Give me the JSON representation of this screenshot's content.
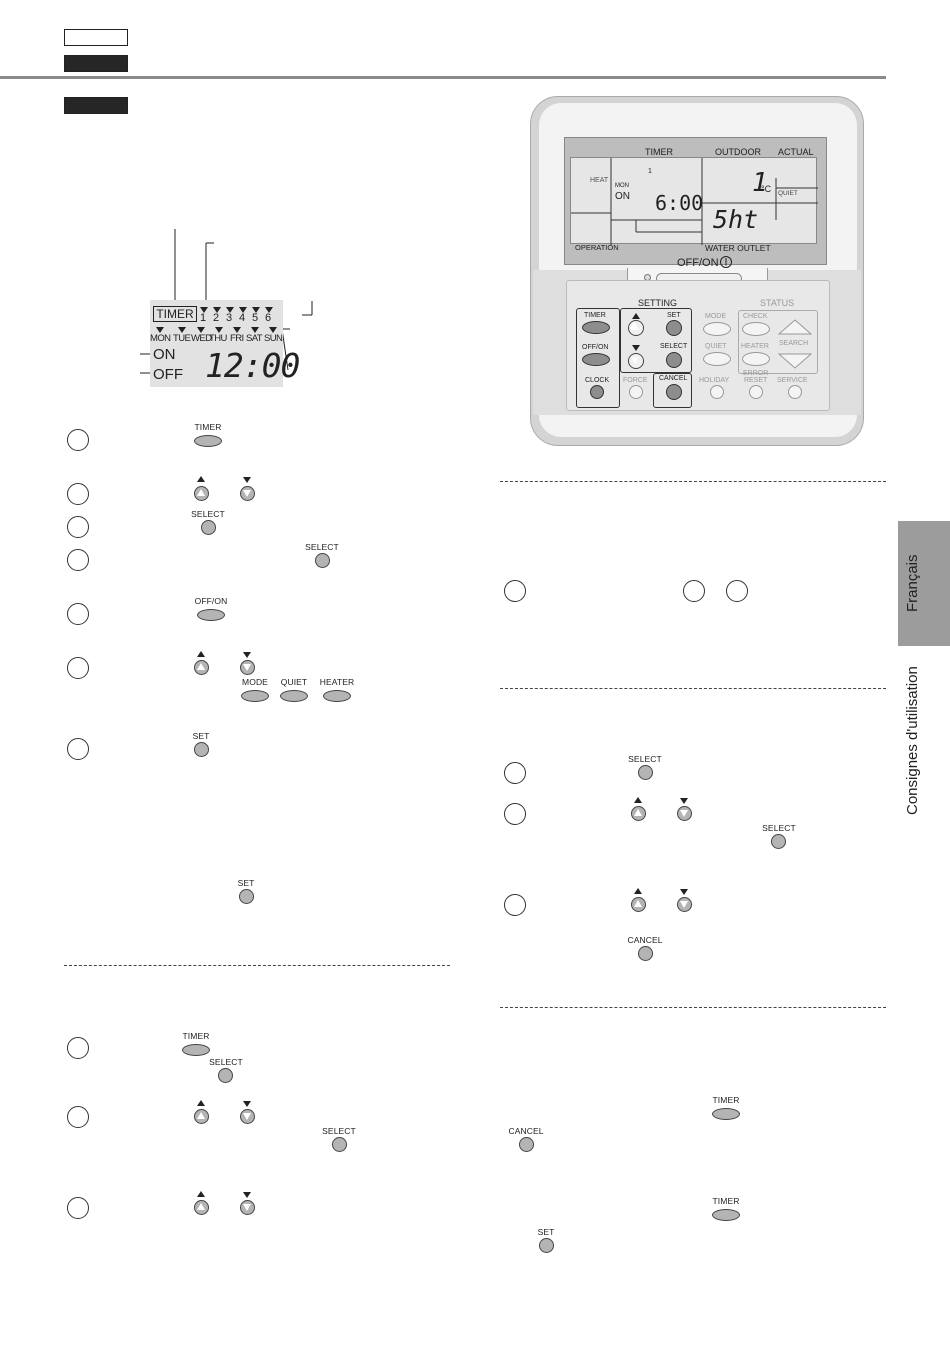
{
  "side_tab": {
    "language": "Français",
    "section": "Consignes d'utilisation"
  },
  "remote": {
    "lcd": {
      "timer": "TIMER",
      "outdoor": "OUTDOOR",
      "actual": "ACTUAL",
      "heat": "HEAT",
      "day": "MON",
      "on": "ON",
      "slot": "1",
      "time": "6:00",
      "temp": "1",
      "unit": "°C",
      "quiet": "QUIET",
      "code": "5ht",
      "operation": "OPERATION",
      "water_outlet": "WATER OUTLET"
    },
    "off_on": "OFF/ON",
    "setting": "SETTING",
    "status": "STATUS",
    "keys": {
      "timer": "TIMER",
      "off_on": "OFF/ON",
      "clock": "CLOCK",
      "force": "FORCE",
      "set": "SET",
      "select": "SELECT",
      "cancel": "CANCEL",
      "mode": "MODE",
      "check": "CHECK",
      "quiet": "QUIET",
      "heater": "HEATER",
      "holiday": "HOLIDAY",
      "error": "ERROR",
      "reset": "RESET",
      "search": "SEARCH",
      "service": "SERVICE"
    }
  },
  "mini_lcd": {
    "timer": "TIMER",
    "slots": [
      "1",
      "2",
      "3",
      "4",
      "5",
      "6"
    ],
    "days": [
      "MON",
      "TUE",
      "WED",
      "THU",
      "FRI",
      "SAT",
      "SUN"
    ],
    "on": "ON",
    "off": "OFF",
    "time": "12:00"
  },
  "buttons": {
    "timer": "TIMER",
    "select": "SELECT",
    "off_on": "OFF/ON",
    "mode": "MODE",
    "quiet": "QUIET",
    "heater": "HEATER",
    "set": "SET",
    "cancel": "CANCEL"
  }
}
